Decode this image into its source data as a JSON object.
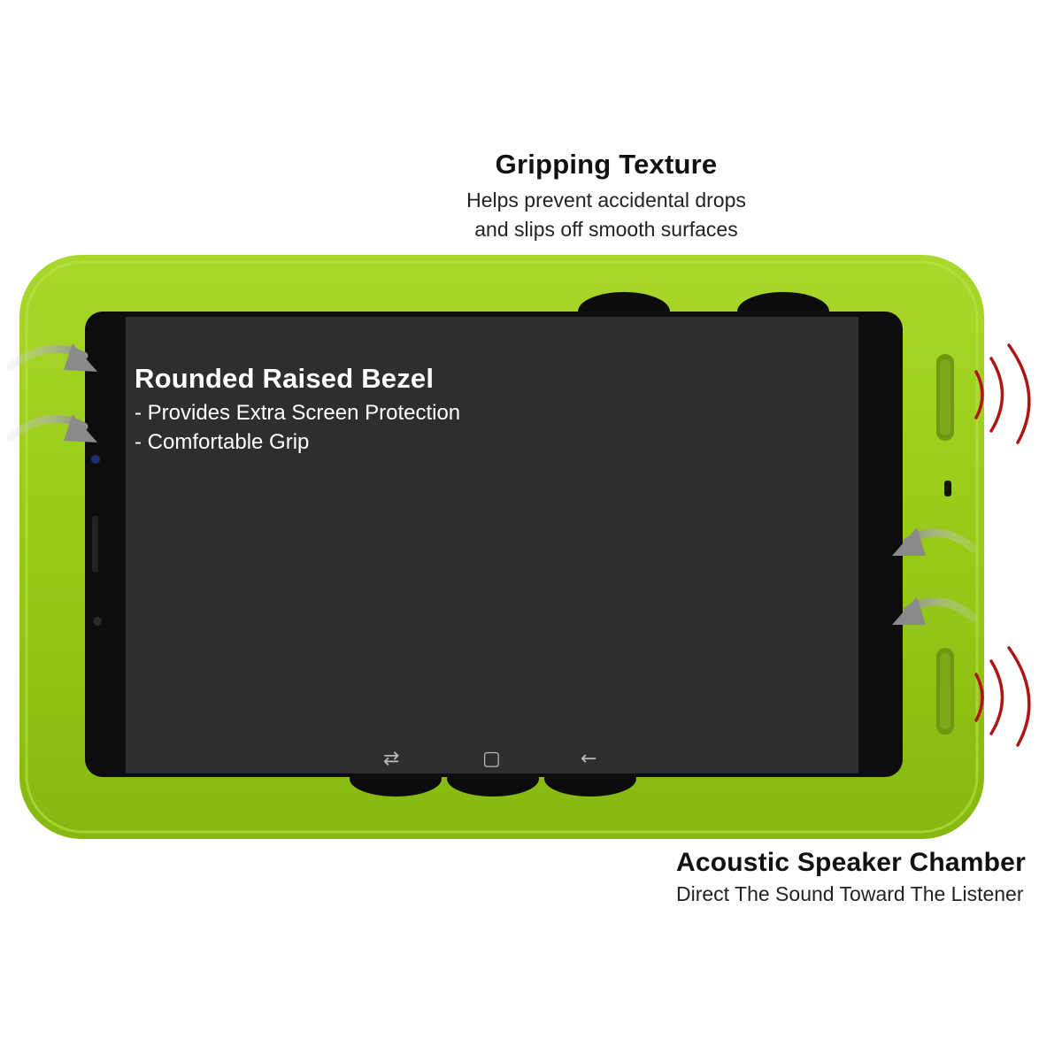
{
  "callouts": {
    "gripping": {
      "title": "Gripping Texture",
      "line1": "Helps prevent accidental drops",
      "line2": "and slips off smooth surfaces"
    },
    "bezel": {
      "title": "Rounded Raised Bezel",
      "line1": "- Provides Extra Screen Protection",
      "line2": "- Comfortable Grip"
    },
    "acoustic": {
      "title": "Acoustic Speaker Chamber",
      "line1": "Direct The Sound Toward The Listener"
    }
  },
  "nav_icons": [
    "recent-apps-icon",
    "home-icon",
    "back-icon"
  ],
  "colors": {
    "case_green": "#9acd1c",
    "screen": "#2e2e2e",
    "tablet_body": "#0d0d0d",
    "arrow_gray": "#9a9a9a",
    "sound_wave_red": "#b01515"
  }
}
